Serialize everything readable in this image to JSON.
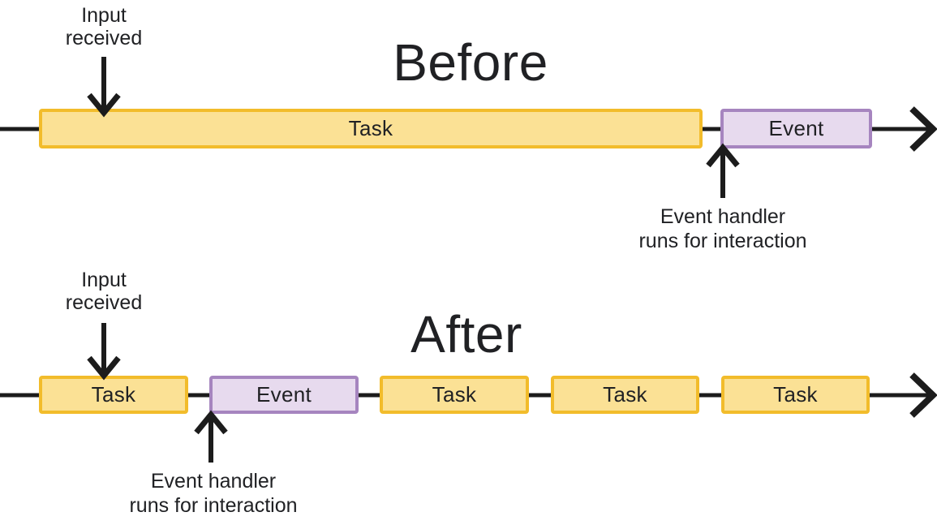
{
  "colors": {
    "task_fill": "#FBE195",
    "task_border": "#F2BC2B",
    "event_fill": "#E7DAEE",
    "event_border": "#A685BF",
    "line": "#1C1C1C",
    "text": "#202124"
  },
  "before": {
    "title": "Before",
    "input_label_lines": [
      "Input",
      "received"
    ],
    "handler_label_lines": [
      "Event handler",
      "runs for interaction"
    ],
    "segments": [
      {
        "type": "task",
        "label": "Task"
      },
      {
        "type": "event",
        "label": "Event"
      }
    ]
  },
  "after": {
    "title": "After",
    "input_label_lines": [
      "Input",
      "received"
    ],
    "handler_label_lines": [
      "Event handler",
      "runs for interaction"
    ],
    "segments": [
      {
        "type": "task",
        "label": "Task"
      },
      {
        "type": "event",
        "label": "Event"
      },
      {
        "type": "task",
        "label": "Task"
      },
      {
        "type": "task",
        "label": "Task"
      },
      {
        "type": "task",
        "label": "Task"
      }
    ]
  }
}
